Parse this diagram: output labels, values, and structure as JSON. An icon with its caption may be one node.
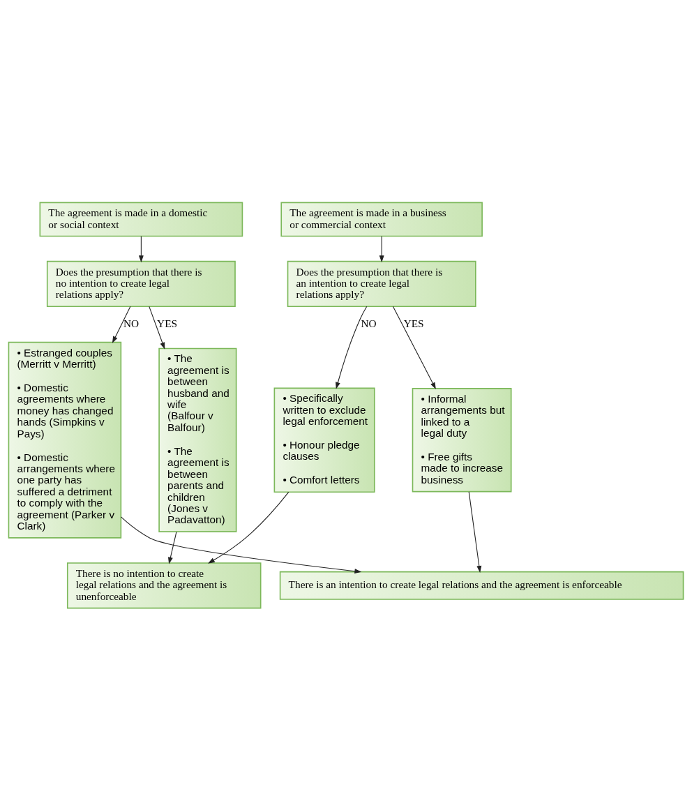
{
  "diagram": {
    "nodes": [
      {
        "text": [
          "The agreement is made in a domestic or social context"
        ]
      },
      {
        "text": [
          "The agreement is made in a business or commercial context"
        ]
      },
      {
        "text": [
          "Does the presumption that there is no intention to create legal relations apply?"
        ]
      },
      {
        "text": [
          "Does the presumption that there is an intention to create legal relations apply?"
        ]
      },
      {
        "text": [
          "• Estranged couples (Merritt v Merritt)",
          "• Domestic agreements where money has changed hands (Simpkins v Pays)",
          "• Domestic arrangements where one party has suffered a detriment to comply with the agreement (Parker v Clark)"
        ]
      },
      {
        "text": [
          "• The agreement is between husband and wife (Balfour v Balfour)",
          "• The agreement is between parents and children (Jones v Padavatton)"
        ]
      },
      {
        "text": [
          "• Specifically written to exclude legal enforcement",
          "• Honour pledge clauses",
          "• Comfort letters"
        ]
      },
      {
        "text": [
          "• Informal arrangements but linked to a legal duty",
          "• Free gifts made to increase business"
        ]
      },
      {
        "text": [
          "There is no intention to create legal relations and the agreement is unenforceable"
        ]
      },
      {
        "text": [
          "There is an intention to create legal relations and the agreement is enforceable"
        ]
      }
    ],
    "edges": [
      {
        "from": 0,
        "to": 2,
        "arrow": "to"
      },
      {
        "from": 1,
        "to": 3,
        "arrow": "to"
      },
      {
        "from": 2,
        "to": 4,
        "arrow": "to",
        "label": "NO"
      },
      {
        "from": 2,
        "to": 5,
        "arrow": "to",
        "label": "YES"
      },
      {
        "from": 3,
        "to": 6,
        "arrow": "to",
        "label": "NO"
      },
      {
        "from": 3,
        "to": 7,
        "arrow": "to",
        "label": "YES"
      },
      {
        "from": 5,
        "to": 8,
        "arrow": "to"
      },
      {
        "from": 6,
        "to": 8,
        "arrow": "to"
      },
      {
        "from": 4,
        "to": 9,
        "arrow": "to"
      },
      {
        "from": 7,
        "to": 9,
        "arrow": "to"
      }
    ]
  }
}
